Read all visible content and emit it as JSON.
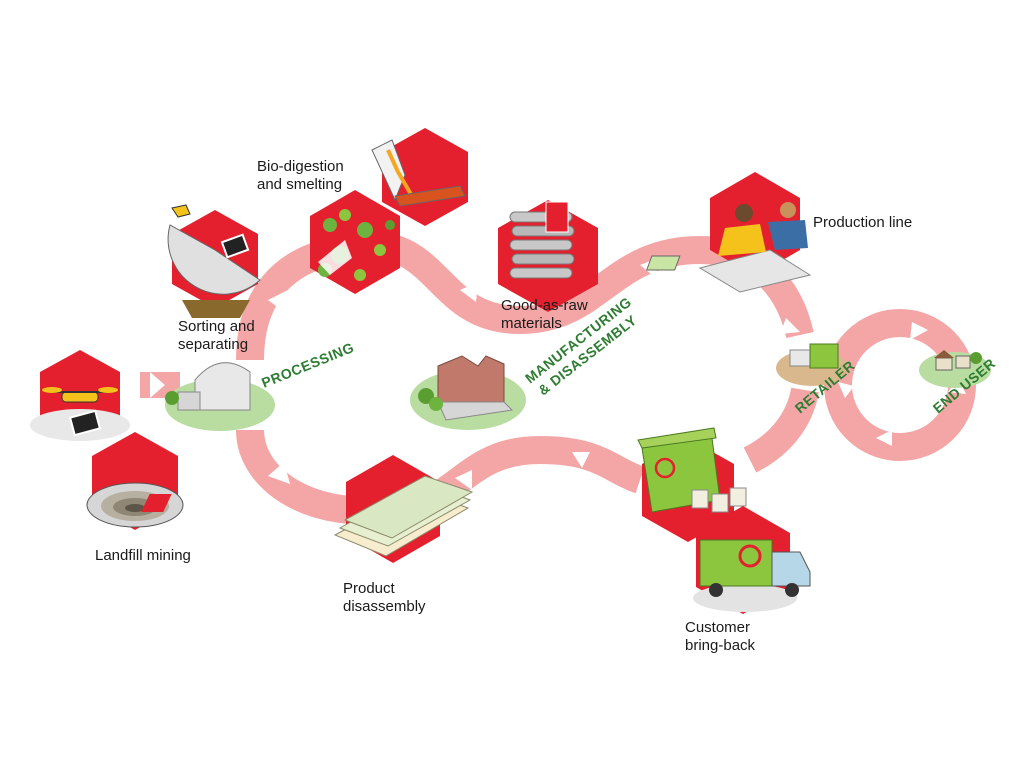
{
  "diagram": {
    "stages": {
      "processing": "PROCESSING",
      "manufacturing_line1": "MANUFACTURING",
      "manufacturing_line2": "& DISASSEMBLY",
      "retailer": "RETAILER",
      "end_user": "END USER"
    },
    "steps": {
      "landfill_mining": [
        "Landfill mining"
      ],
      "sorting_separating": [
        "Sorting and",
        "separating"
      ],
      "bio_digestion": [
        "Bio-digestion",
        "and smelting"
      ],
      "good_as_raw": [
        "Good-as-raw",
        "materials"
      ],
      "production_line": [
        "Production line"
      ],
      "product_disassembly": [
        "Product",
        "disassembly"
      ],
      "customer_bring_back": [
        "Customer",
        "bring-back"
      ]
    },
    "colors": {
      "hex_red": "#e5202e",
      "flow_pink": "#f4a6a6",
      "flow_light": "#fbdada",
      "stage_green": "#2e7d32",
      "ground_green": "#b9dca0"
    },
    "icons": [
      "drone-icon",
      "landfill-pit-icon",
      "sorting-drum-icon",
      "bio-digestion-icon",
      "smelting-icon",
      "raw-materials-icon",
      "factory-icon",
      "workers-icon",
      "circuit-board-icon",
      "recycling-bin-icon",
      "garbage-truck-icon",
      "shop-icon",
      "house-icon"
    ]
  }
}
